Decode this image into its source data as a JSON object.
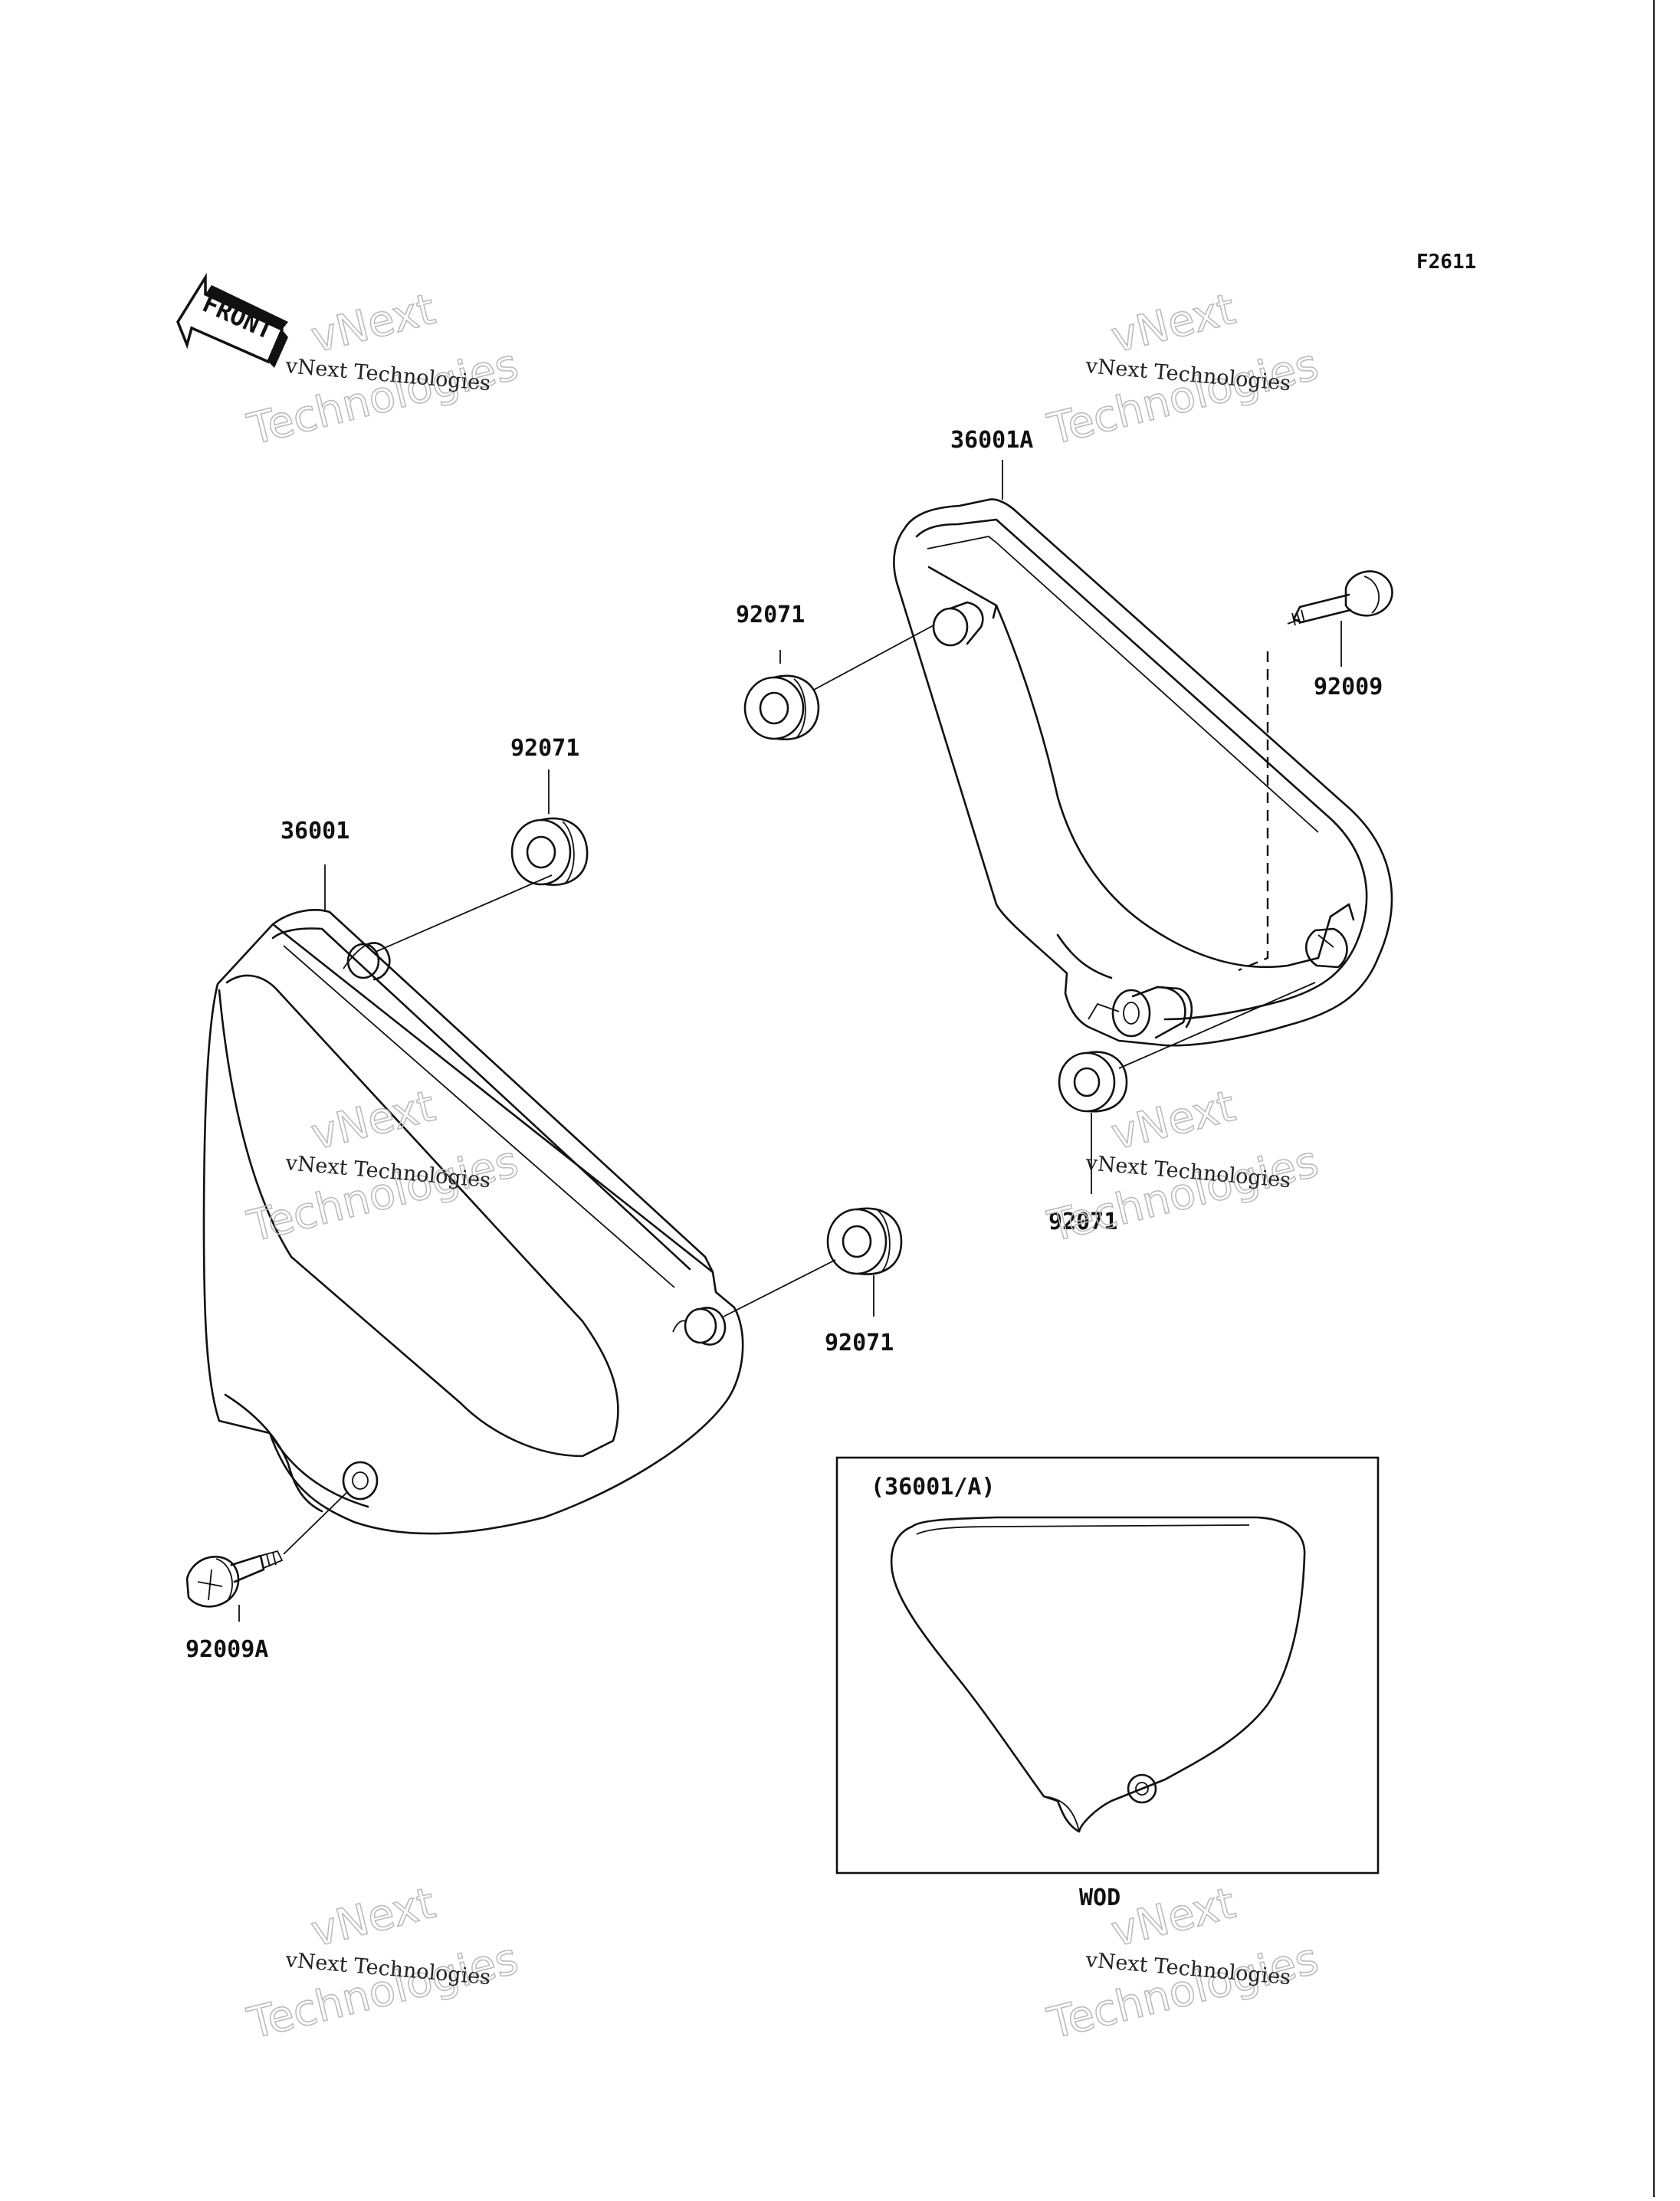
{
  "diagram": {
    "page_code": "F2611",
    "front_arrow_text": "FRONT",
    "watermark_name": "vNext Technologies",
    "watermark_line1": "vNext",
    "watermark_line2": "Technologies",
    "parts": {
      "cover_left": "36001",
      "cover_right": "36001A",
      "grommet_right_top": "92071",
      "grommet_left_top": "92071",
      "grommet_left_bottom": "92071",
      "grommet_right_bottom": "92071",
      "bolt_right": "92009",
      "bolt_left": "92009A"
    },
    "inset": {
      "title": "(36001/A)",
      "caption": "WOD"
    }
  }
}
